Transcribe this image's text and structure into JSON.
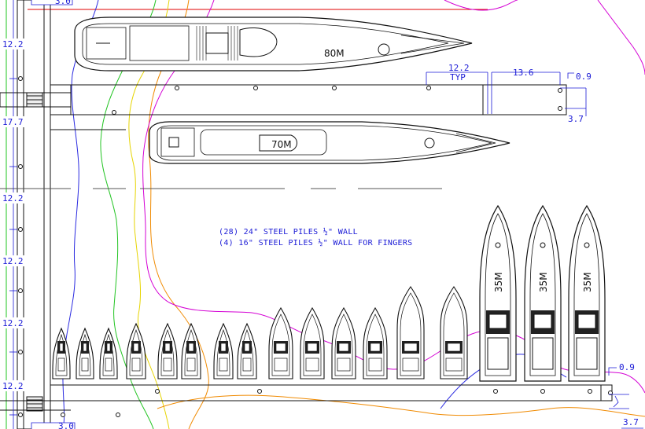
{
  "notes": {
    "line1": "(28) 24\" STEEL PILES ½\" WALL",
    "line2": "(4) 16\" STEEL PILES ½\" WALL FOR FINGERS"
  },
  "boats": {
    "large": "80M",
    "medium": "70M",
    "small": [
      "35M",
      "35M",
      "35M"
    ]
  },
  "dimensions": {
    "left": [
      "12.2",
      "17.7",
      "12.2",
      "12.2",
      "12.2",
      "12.2"
    ],
    "top_cut": "3.0",
    "bottom_cut": "3.0",
    "typ_value": "12.2",
    "typ_label": "TYP",
    "finger_length": "13.6",
    "upper_offset": "0.9",
    "upper_width": "3.7",
    "lower_offset": "0.9",
    "lower_width": "3.7"
  },
  "colors": {
    "line": "#111111",
    "dimension": "#1a1ad6",
    "contour_magenta": "#d400d4",
    "contour_yellow": "#e6d400",
    "contour_green": "#22c422",
    "contour_orange": "#f08a00",
    "contour_blue": "#2a2ae0",
    "border_red": "#e00000"
  }
}
